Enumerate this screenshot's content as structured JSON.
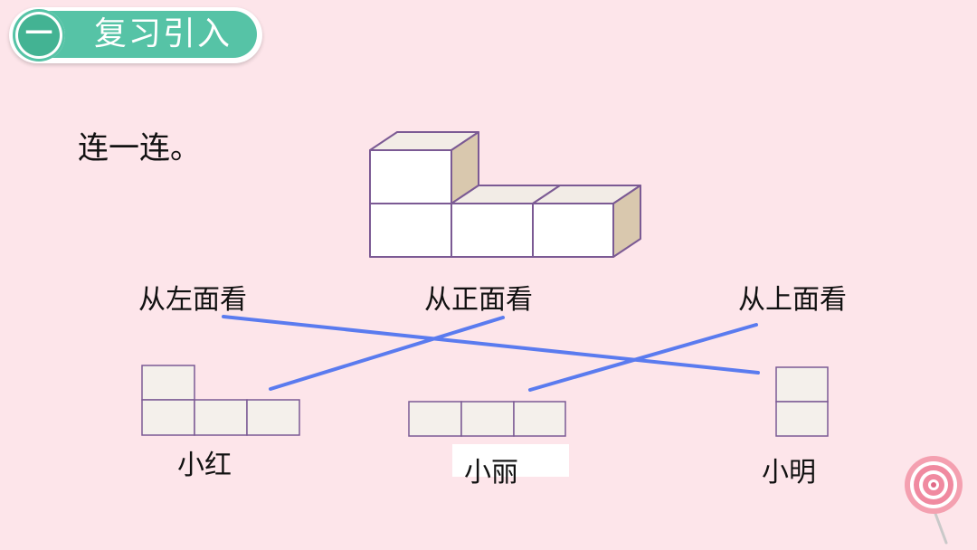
{
  "header": {
    "number": "一",
    "title": "复习引入"
  },
  "prompt": "连一连。",
  "views": {
    "left": "从左面看",
    "front": "从正面看",
    "top": "从上面看"
  },
  "names": {
    "xiaohong": "小红",
    "xiaoli": "小丽",
    "xiaoming": "小明"
  },
  "colors": {
    "background": "#fde5ea",
    "header_accent": "#56c3a6",
    "connector_line": "#5a7bef",
    "cube_face": "#ffffff",
    "cube_side": "#d9c8ae",
    "cube_outline": "#7b5a94",
    "grid_cell": "#f4f0eb"
  },
  "icons": {
    "decoration": "lollipop-icon"
  }
}
